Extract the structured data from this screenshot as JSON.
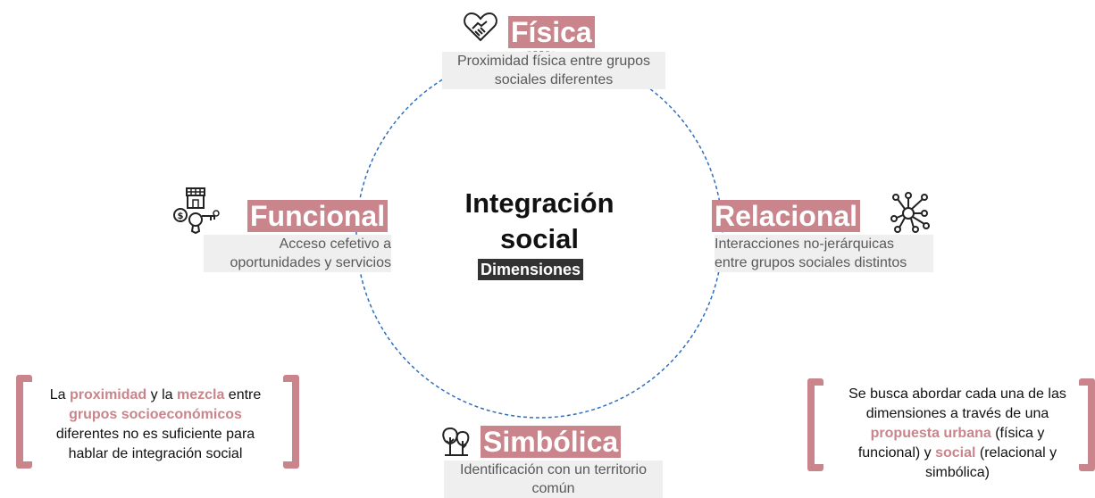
{
  "center": {
    "title_line1": "Integración",
    "title_line2": "social",
    "tag": "Dimensiones"
  },
  "dimensions": {
    "fisica": {
      "title": "Física",
      "desc_line1": "Proximidad física entre grupos",
      "desc_line2": "sociales diferentes",
      "icon": "handshake-heart-icon"
    },
    "funcional": {
      "title": "Funcional",
      "desc_line1": "Acceso cefetivo a",
      "desc_line2": "oportunidades y servicios",
      "icon": "store-money-key-icon"
    },
    "relacional": {
      "title": "Relacional",
      "desc_line1": "Interacciones no-jerárquicas",
      "desc_line2": "entre grupos sociales distintos",
      "icon": "network-icon"
    },
    "simbolica": {
      "title": "Simbólica",
      "desc_line1": "Identificación con un territorio",
      "desc_line2": "común",
      "icon": "trees-icon"
    }
  },
  "note_left": {
    "p1": "La ",
    "h1": "proximidad",
    "p2": " y la ",
    "h2": "mezcla",
    "p3": " entre",
    "h3": "grupos socioeconómicos",
    "line3": "diferentes no es suficiente para",
    "line4": "hablar de integración social"
  },
  "note_right": {
    "line1": "Se busca abordar cada una de las",
    "line2": "dimensiones a través de una",
    "h1": "propuesta urbana",
    "p1": " (física y",
    "p2": "funcional) y ",
    "h2": "social",
    "p3": " (relacional y",
    "line5": "simbólica)"
  },
  "colors": {
    "accent": "#c9858b",
    "circle": "#2e6fbf",
    "desc_bg": "#efefef",
    "tag_bg": "#333333"
  }
}
